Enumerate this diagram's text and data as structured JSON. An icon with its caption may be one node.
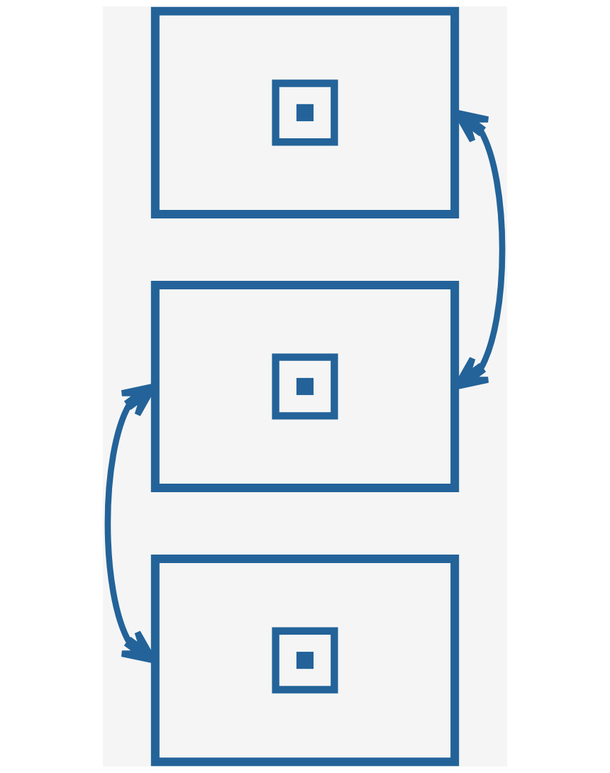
{
  "diagram": {
    "nodes": [
      {
        "text": [],
        "shape": "box"
      },
      {
        "text": [],
        "shape": "box"
      },
      {
        "text": [],
        "shape": "box"
      }
    ],
    "edges": [
      {
        "from": 0,
        "to": 1,
        "arrow": "both"
      },
      {
        "from": 1,
        "to": 2,
        "arrow": "both"
      }
    ]
  }
}
